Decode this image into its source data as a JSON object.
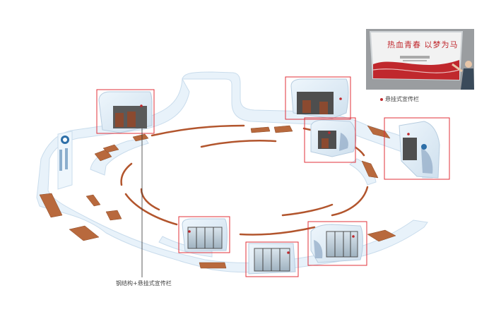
{
  "labels": {
    "hanging_board": "悬挂式宣传栏",
    "steel_hanging": "钢结构+悬挂式宣传栏"
  },
  "photo": {
    "banner_text": "热血青春 以梦为马",
    "accent_color": "#c0282d"
  },
  "colors": {
    "walkway": "#e8f2fa",
    "walkway_edge": "#c9dcec",
    "wood": "#b8693d",
    "highlight_box": "#e0303a",
    "track": "#b2552d"
  }
}
